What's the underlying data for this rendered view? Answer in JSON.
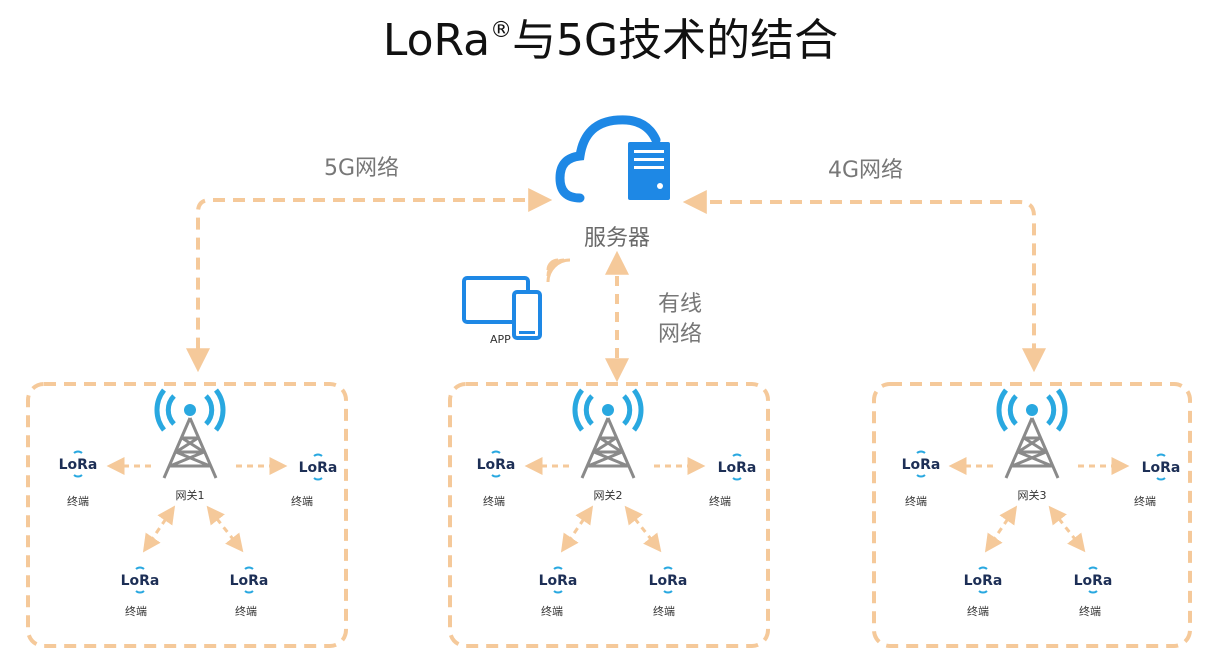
{
  "title": {
    "main": "LoRa",
    "reg": "®",
    "rest": "与5G技术的结合"
  },
  "server": {
    "label": "服务器"
  },
  "links": {
    "left": "5G网络",
    "right": "4G网络",
    "wired_line1": "有线",
    "wired_line2": "网络"
  },
  "app": {
    "label": "APP"
  },
  "gateways": [
    {
      "label": "网关1"
    },
    {
      "label": "网关2"
    },
    {
      "label": "网关3"
    }
  ],
  "terminal": {
    "logo_text": "LoRa",
    "label": "终端"
  },
  "colors": {
    "dash": "#f5c99a",
    "blue": "#1e88e5",
    "tower": "#8a8a8a",
    "lora_text": "#1d2f56",
    "wave": "#29a8e0"
  },
  "icons": [
    "cloud-server-icon",
    "tablet-phone-icon",
    "wifi-icon",
    "tower-icon"
  ]
}
